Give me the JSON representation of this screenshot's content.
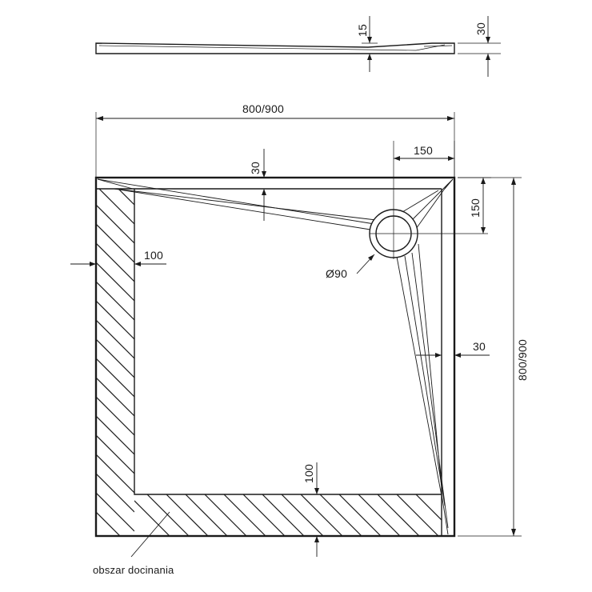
{
  "colors": {
    "ink": "#1a1a1a",
    "paper": "#ffffff"
  },
  "profile": {
    "thickness_edge": "15",
    "thickness_total": "30"
  },
  "plan": {
    "width": "800/900",
    "depth": "800/900",
    "rim_top": "30",
    "rim_right": "30",
    "drain_offset_x": "150",
    "drain_offset_y": "150",
    "drain_diameter": "Ø90",
    "cut_left": "100",
    "cut_bottom": "100"
  },
  "legend": {
    "cut_area": "obszar docinania"
  }
}
